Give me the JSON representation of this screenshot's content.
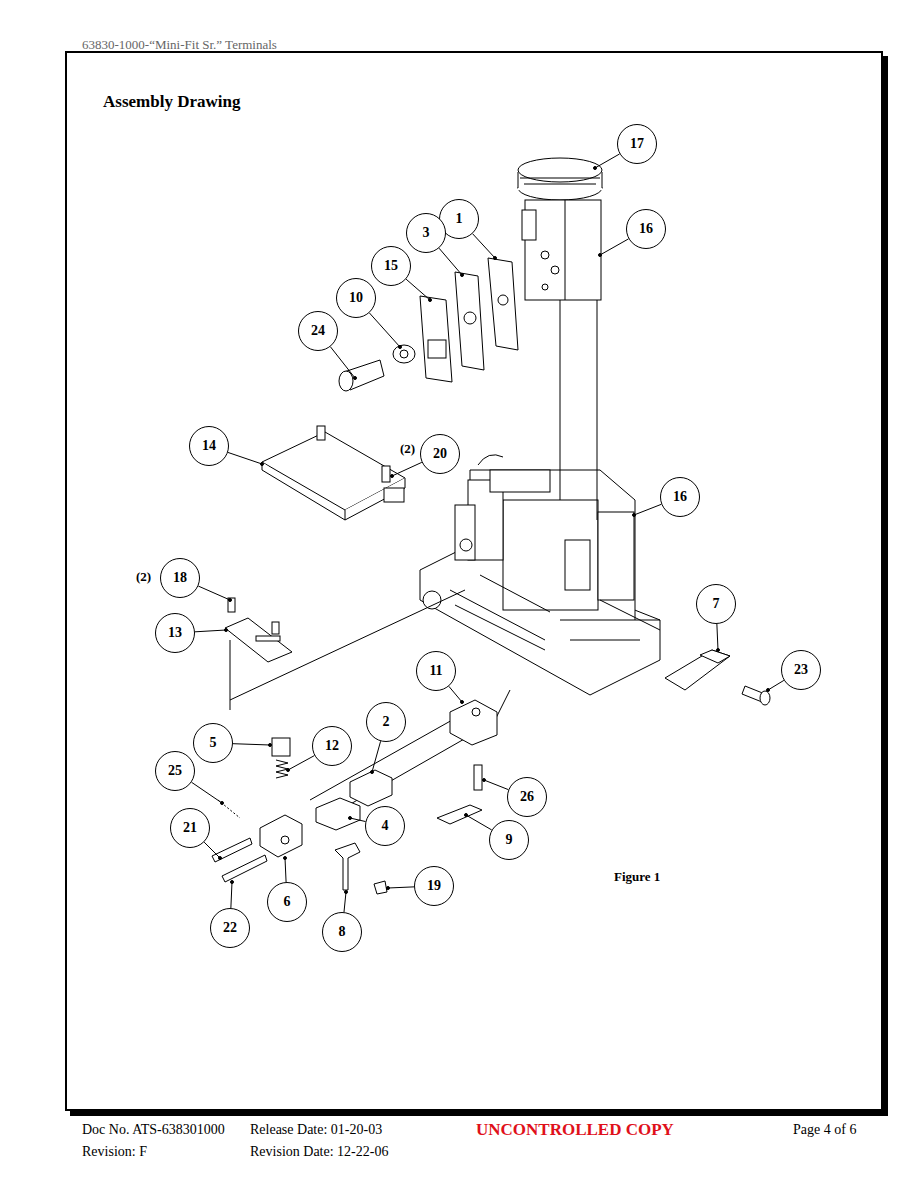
{
  "diagram": {
    "title": "Assembly Drawing",
    "caption": "Figure 1",
    "nodes": [
      {
        "text": [
          "17"
        ]
      },
      {
        "text": [
          "1"
        ]
      },
      {
        "text": [
          "16"
        ]
      },
      {
        "text": [
          "3"
        ]
      },
      {
        "text": [
          "15"
        ]
      },
      {
        "text": [
          "10"
        ]
      },
      {
        "text": [
          "24"
        ]
      },
      {
        "text": [
          "14"
        ]
      },
      {
        "text": [
          "20"
        ]
      },
      {
        "text": [
          "16"
        ]
      },
      {
        "text": [
          "18"
        ]
      },
      {
        "text": [
          "7"
        ]
      },
      {
        "text": [
          "13"
        ]
      },
      {
        "text": [
          "23"
        ]
      },
      {
        "text": [
          "11"
        ]
      },
      {
        "text": [
          "2"
        ]
      },
      {
        "text": [
          "5"
        ]
      },
      {
        "text": [
          "12"
        ]
      },
      {
        "text": [
          "25"
        ]
      },
      {
        "text": [
          "26"
        ]
      },
      {
        "text": [
          "4"
        ]
      },
      {
        "text": [
          "21"
        ]
      },
      {
        "text": [
          "9"
        ]
      },
      {
        "text": [
          "19"
        ]
      },
      {
        "text": [
          "6"
        ]
      },
      {
        "text": [
          "22"
        ]
      },
      {
        "text": [
          "8"
        ]
      }
    ],
    "edges": [],
    "labels": [
      "63830-1000-“Mini-Fit Sr.” Terminals",
      "(2)",
      "(2)",
      "Doc No. ATS-638301000",
      "Release Date: 01-20-03",
      "UNCONTROLLED COPY",
      "Page 4 of 6",
      "Revision: F",
      "Revision Date: 12-22-06"
    ]
  }
}
